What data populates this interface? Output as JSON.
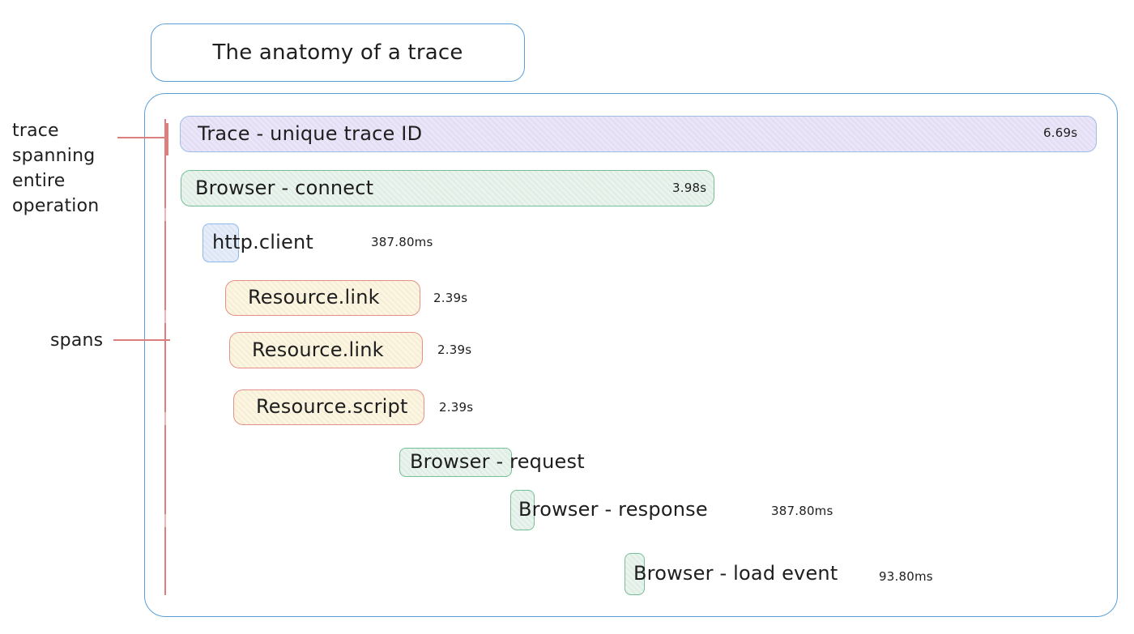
{
  "title": "The anatomy of a trace",
  "annotations": {
    "trace_note": "trace\nspanning\nentire\noperation",
    "spans_note": "spans"
  },
  "spans": [
    {
      "label": "Trace - unique trace ID",
      "duration": "6.69s",
      "kind": "trace"
    },
    {
      "label": "Browser - connect",
      "duration": "3.98s",
      "kind": "browser"
    },
    {
      "label": "http.client",
      "duration": "387.80ms",
      "kind": "http"
    },
    {
      "label": "Resource.link",
      "duration": "2.39s",
      "kind": "resource"
    },
    {
      "label": "Resource.link",
      "duration": "2.39s",
      "kind": "resource"
    },
    {
      "label": "Resource.script",
      "duration": "2.39s",
      "kind": "resource"
    },
    {
      "label": "Browser - request",
      "duration": "",
      "kind": "browser"
    },
    {
      "label": "Browser - response",
      "duration": "387.80ms",
      "kind": "browser"
    },
    {
      "label": "Browser - load event",
      "duration": "93.80ms",
      "kind": "browser"
    }
  ],
  "colors": {
    "container_stroke": "#5b9fd8",
    "trace_fill": "#eae5f8",
    "trace_stroke": "#9cbde8",
    "green_fill": "#e8f4ec",
    "green_stroke": "#74bf95",
    "cream_fill": "#fdf6df",
    "cream_stroke": "#e5918a",
    "http_fill": "#e4edf9",
    "http_stroke": "#93b9e9",
    "annotation_red": "#dc7f7f",
    "text": "#1e1e1e"
  }
}
